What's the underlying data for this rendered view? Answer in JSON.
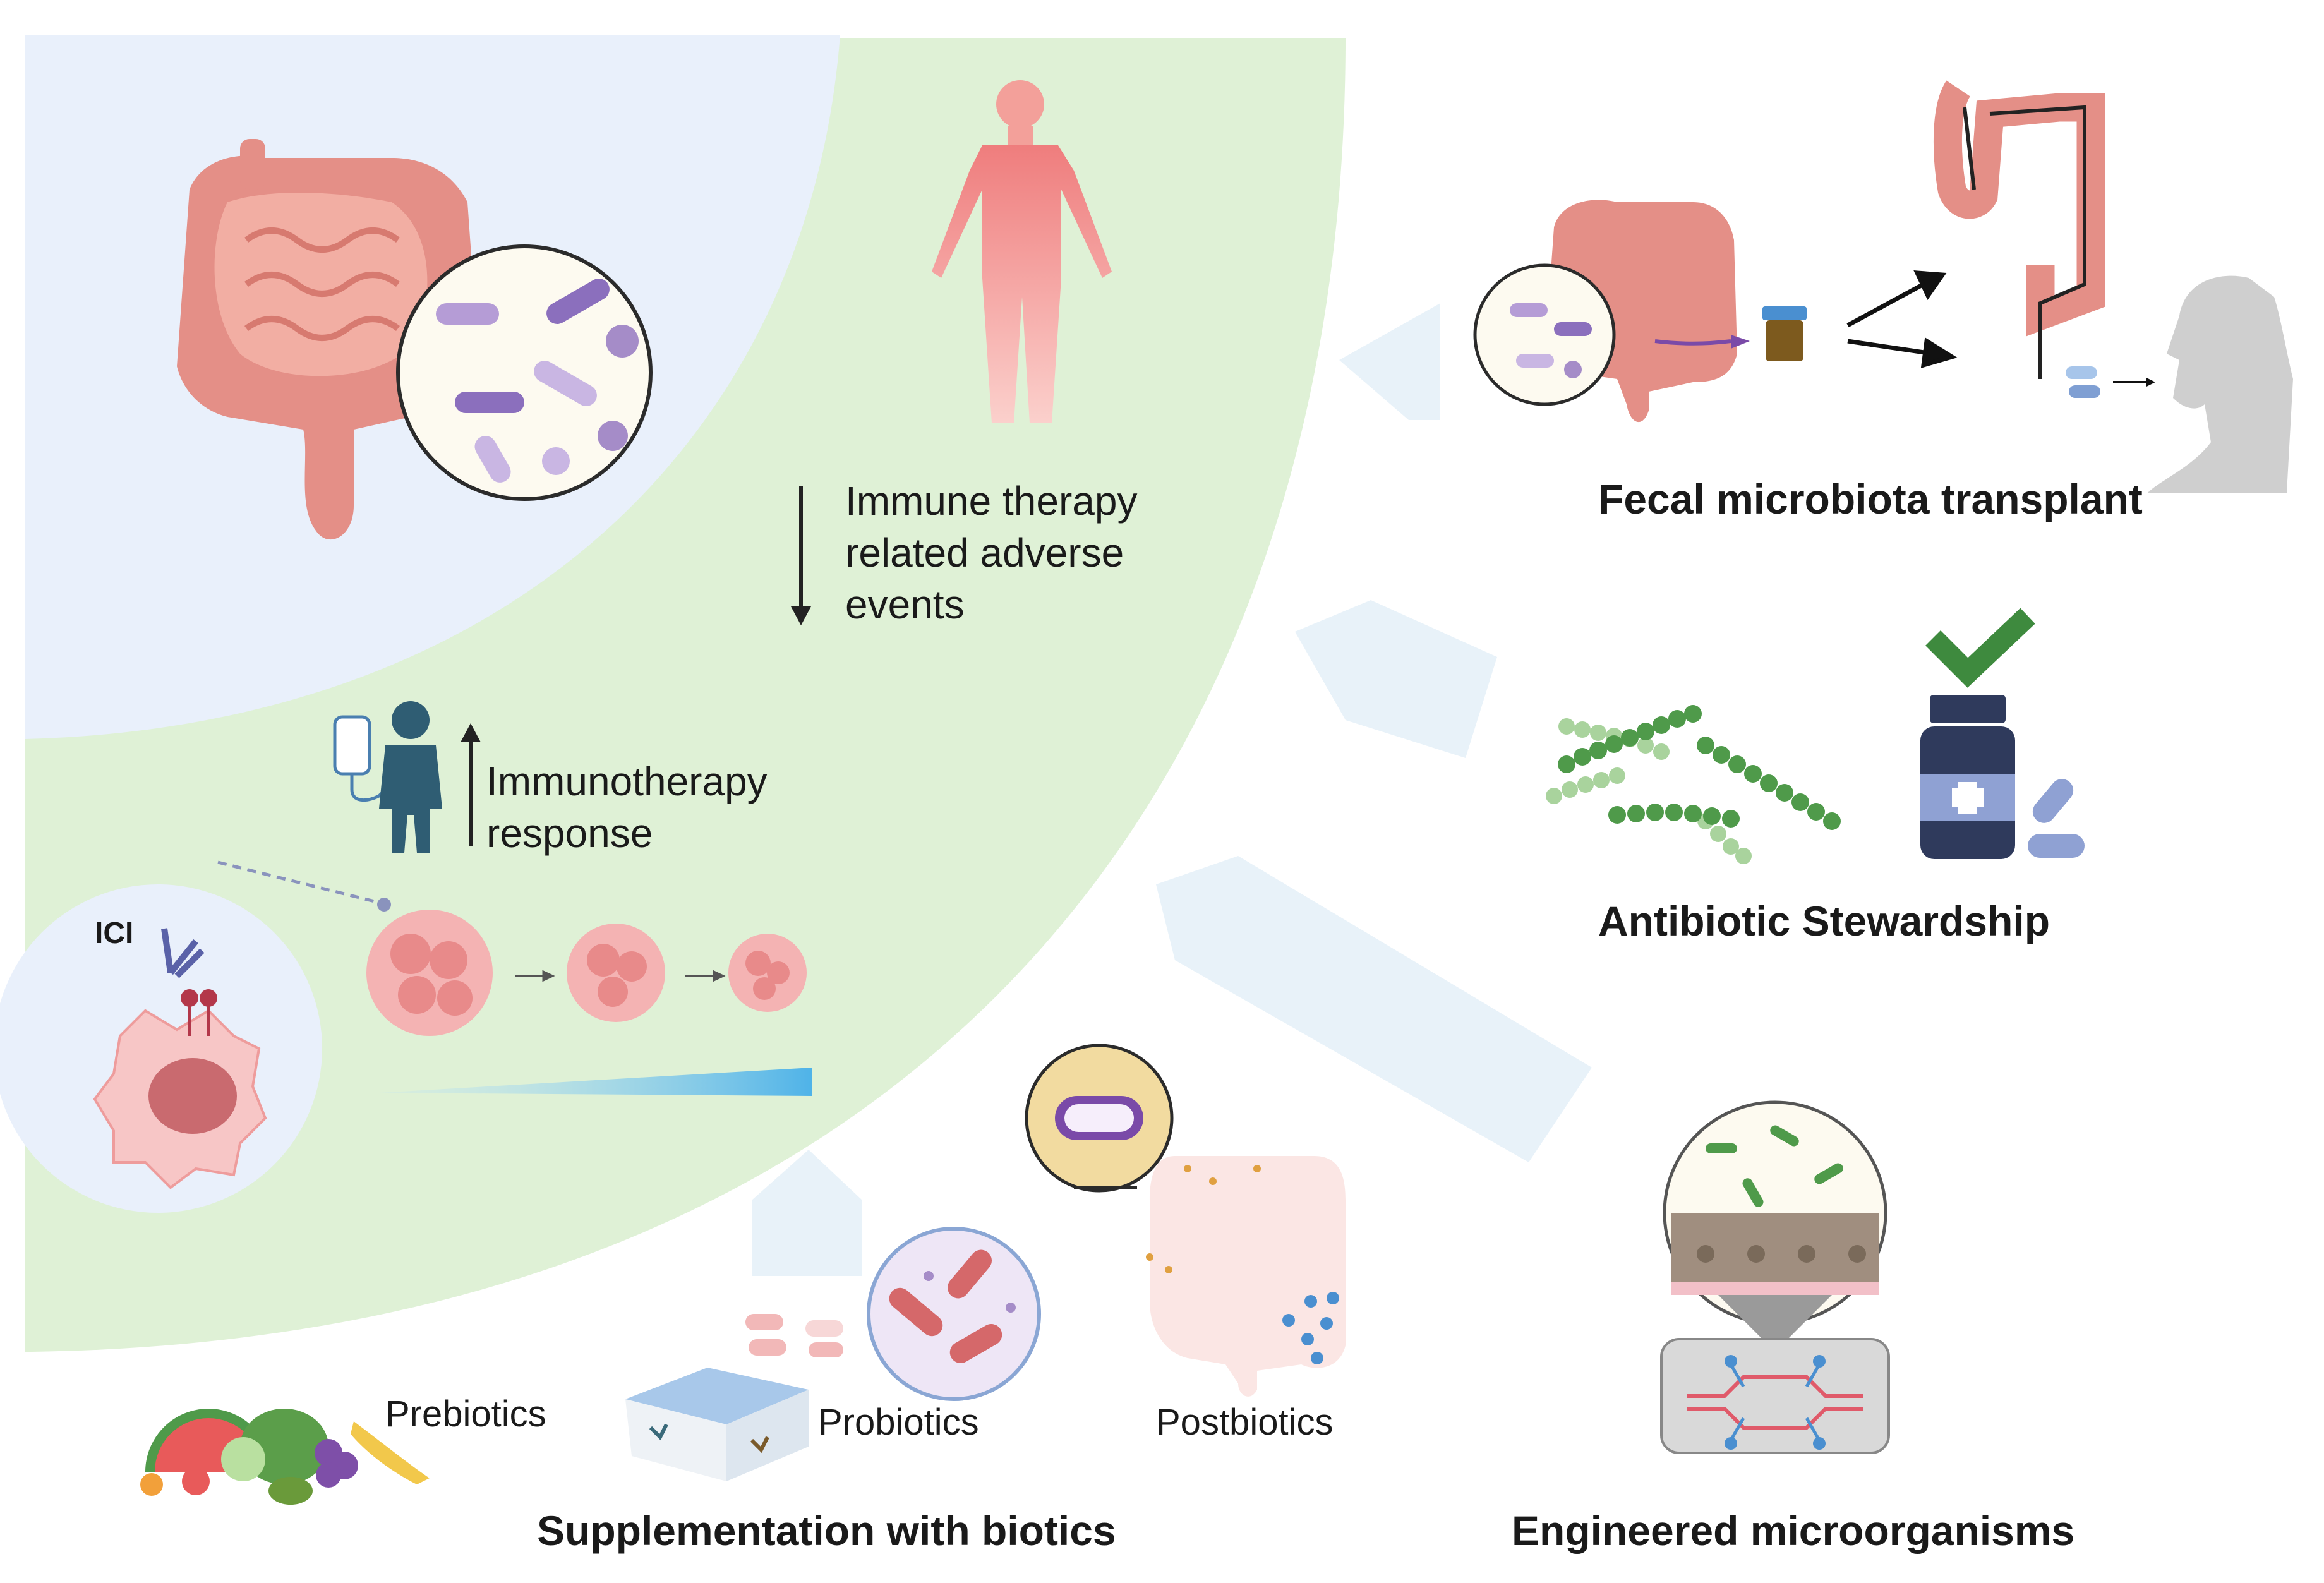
{
  "labels": {
    "irae_line1": "Immune therapy",
    "irae_line2": "related adverse",
    "irae_line3": "events",
    "response_line1": "Immunotherapy",
    "response_line2": "response",
    "ici": "ICI",
    "fmt": "Fecal microbiota transplant",
    "antibiotic": "Antibiotic Stewardship",
    "prebiotics": "Prebiotics",
    "probiotics": "Probiotics",
    "postbiotics": "Postbiotics",
    "biotics": "Supplementation with biotics",
    "engineered": "Engineered microorganisms"
  },
  "colors": {
    "blue_region": "#e9f0fb",
    "green_region": "#dff1d6",
    "intestine": "#e48f87",
    "bacteria": "#a58cc8",
    "bacteria_green": "#4f9a4a",
    "checkmark": "#3e8a3e",
    "bottle": "#2f3a5c",
    "arrow_block": "#e6f1f8"
  },
  "icons": [
    "intestine-icon",
    "bacteria-magnifier-icon",
    "human-body-icon",
    "patient-iv-icon",
    "tumor-cell-icon",
    "antibody-icon",
    "fmt-intestine-icon",
    "stool-sample-icon",
    "colonoscope-icon",
    "capsule-icon",
    "head-profile-icon",
    "checkmark-icon",
    "medicine-bottle-icon",
    "bacteria-chains-icon",
    "food-icon",
    "yogurt-icon",
    "gut-on-chip-icon"
  ]
}
